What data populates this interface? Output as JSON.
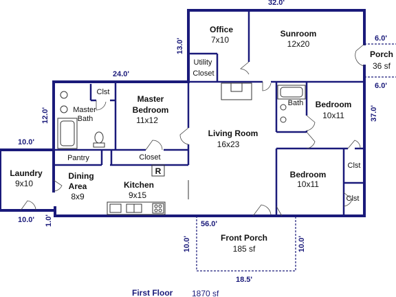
{
  "dimensions": {
    "top_width": "32.0'",
    "porch_width_top": "6.0'",
    "porch_width_bottom": "6.0'",
    "right_depth": "37.0'",
    "office_depth": "13.0'",
    "wing_width": "24.0'",
    "wing_depth": "12.0'",
    "laundry_width_top": "10.0'",
    "laundry_width_bottom": "10.0'",
    "laundry_offset": "1.0'",
    "front_width": "56.0'",
    "front_porch_depth_left": "10.0'",
    "front_porch_depth_right": "10.0'",
    "front_porch_width": "18.5'"
  },
  "rooms": {
    "office": {
      "name": "Office",
      "size": "7x10"
    },
    "sunroom": {
      "name": "Sunroom",
      "size": "12x20"
    },
    "porch": {
      "name": "Porch",
      "size": "36 sf"
    },
    "utility_line1": "Utility",
    "utility_line2": "Closet",
    "clst_master": "Clst",
    "master_bath_line1": "Master",
    "master_bath_line2": "Bath",
    "master_bedroom": {
      "name_line1": "Master",
      "name_line2": "Bedroom",
      "size": "11x12"
    },
    "bath": "Bath",
    "bedroom1": {
      "name": "Bedroom",
      "size": "10x11"
    },
    "living_room": {
      "name": "Living Room",
      "size": "16x23"
    },
    "laundry": {
      "name": "Laundry",
      "size": "9x10"
    },
    "pantry": "Pantry",
    "closet": "Closet",
    "range_label": "R",
    "dining": {
      "name_line1": "Dining",
      "name_line2": "Area",
      "size": "8x9"
    },
    "kitchen": {
      "name": "Kitchen",
      "size": "9x15"
    },
    "bedroom2": {
      "name": "Bedroom",
      "size": "10x11"
    },
    "clst_b2_upper": "Clst",
    "clst_b2_lower": "Clst",
    "front_porch": {
      "name": "Front Porch",
      "size": "185 sf"
    }
  },
  "footer": {
    "title": "First Floor",
    "area": "1870 sf"
  }
}
